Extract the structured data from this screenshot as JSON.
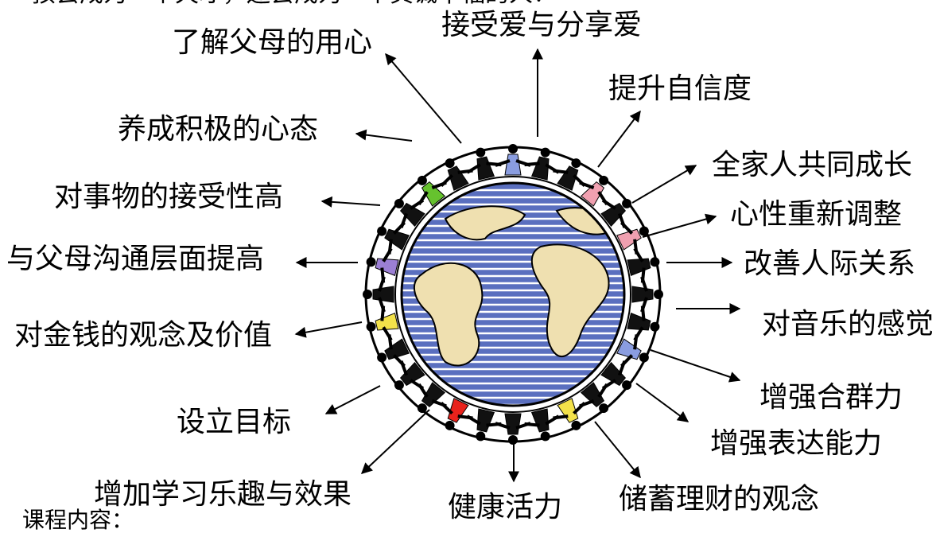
{
  "intro_text": "孩会成为一个天才，还会成为一个真诚幸福的人！",
  "course_text": "课程内容：",
  "labels": {
    "understand_parents": "了解父母的用心",
    "accept_share_love": "接受爱与分享爱",
    "self_confidence": "提升自信度",
    "positive_attitude": "养成积极的心态",
    "family_growth": "全家人共同成长",
    "acceptance": "对事物的接受性高",
    "mind_adjust": "心性重新调整",
    "parent_communication": "与父母沟通层面提高",
    "relationships": "改善人际关系",
    "music_feel": "对音乐的感觉",
    "money_values": "对金钱的观念及价值",
    "teamwork": "增强合群力",
    "expression": "增强表达能力",
    "set_goals": "设立目标",
    "learning_fun": "增加学习乐趣与效果",
    "health": "健康活力",
    "saving": "储蓄理财的观念"
  },
  "colors": {
    "ocean": "#5a6fbf",
    "land": "#efe0b0",
    "figure": "#111111",
    "accent_red": "#e8221c",
    "accent_yellow": "#f3e24a",
    "accent_green": "#66c22e",
    "accent_purple": "#9b7fd4",
    "accent_pink": "#f0a0b0",
    "accent_blue": "#8a9de0"
  }
}
